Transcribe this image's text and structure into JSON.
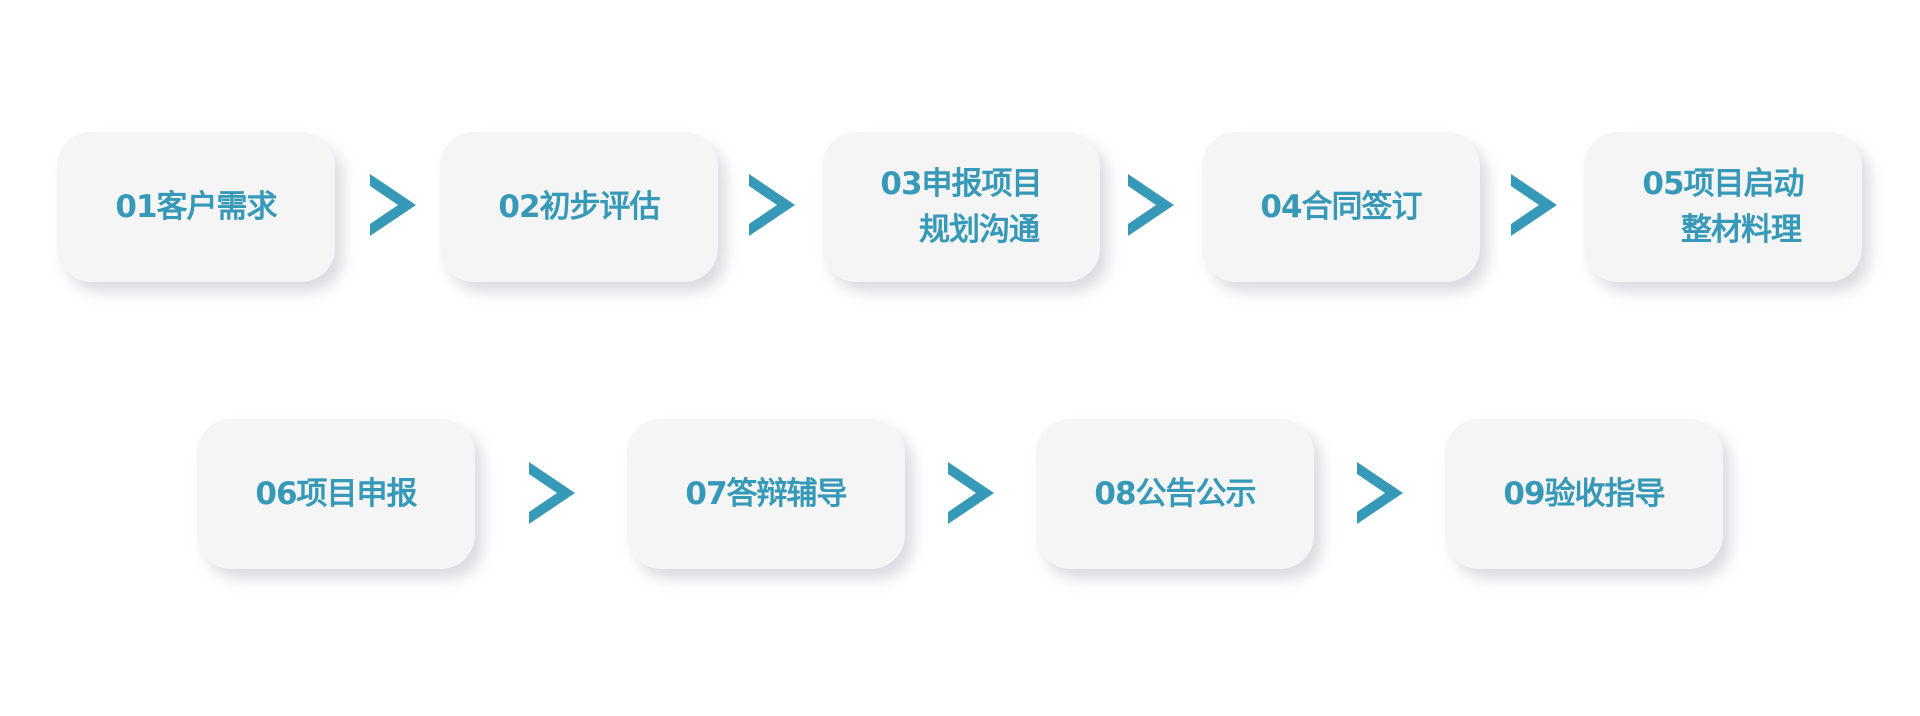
{
  "accent_color": "#3799b8",
  "steps": [
    {
      "lines": [
        "01客户需求"
      ]
    },
    {
      "lines": [
        "02初步评估"
      ]
    },
    {
      "lines": [
        "03申报项目",
        "规划沟通"
      ]
    },
    {
      "lines": [
        "04合同签订"
      ]
    },
    {
      "lines": [
        "05项目启动",
        "整材料理"
      ]
    },
    {
      "lines": [
        "06项目申报"
      ]
    },
    {
      "lines": [
        "07答辩辅导"
      ]
    },
    {
      "lines": [
        "08公告公示"
      ]
    },
    {
      "lines": [
        "09验收指导"
      ]
    }
  ]
}
